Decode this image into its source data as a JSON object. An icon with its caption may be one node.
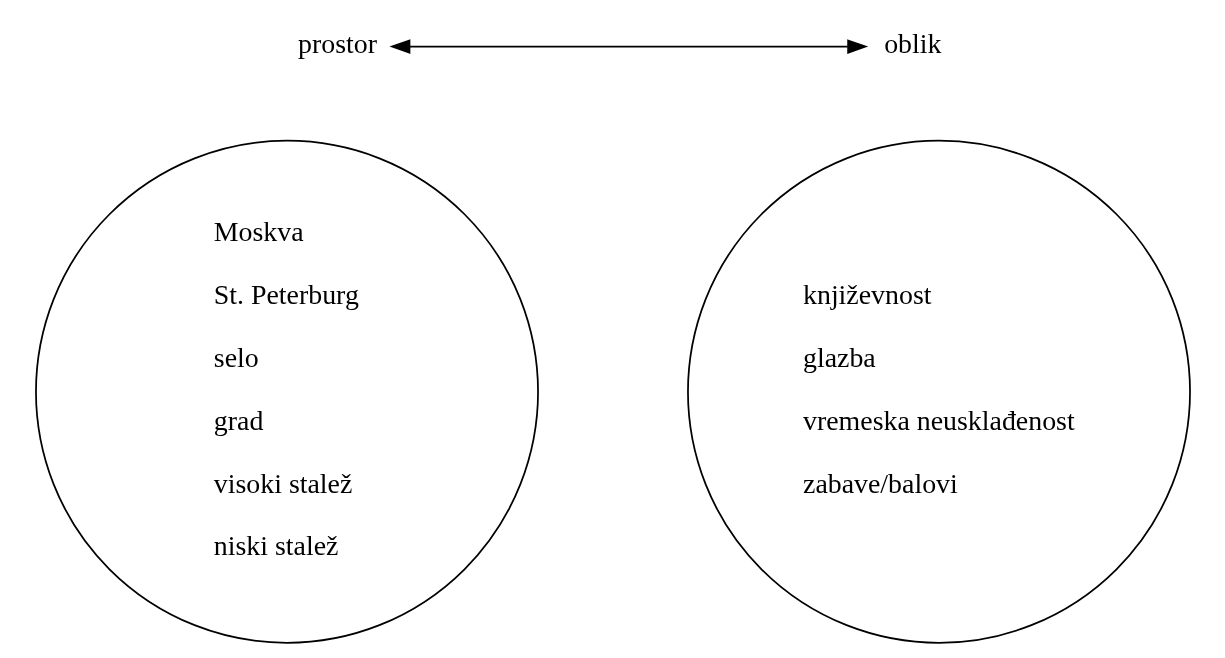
{
  "diagram": {
    "nodes": [
      {
        "text": [
          "prostor"
        ]
      },
      {
        "text": [
          "oblik"
        ]
      },
      {
        "text": [
          "Moskva",
          "St. Peterburg",
          "selo",
          "grad",
          "visoki stalež",
          "niski stalež"
        ]
      },
      {
        "text": [
          "književnost",
          "glazba",
          "vremeska neusklađenost",
          "zabave/balovi"
        ]
      }
    ],
    "edges": [
      {
        "from": 0,
        "to": 1,
        "arrow": "both"
      }
    ]
  }
}
